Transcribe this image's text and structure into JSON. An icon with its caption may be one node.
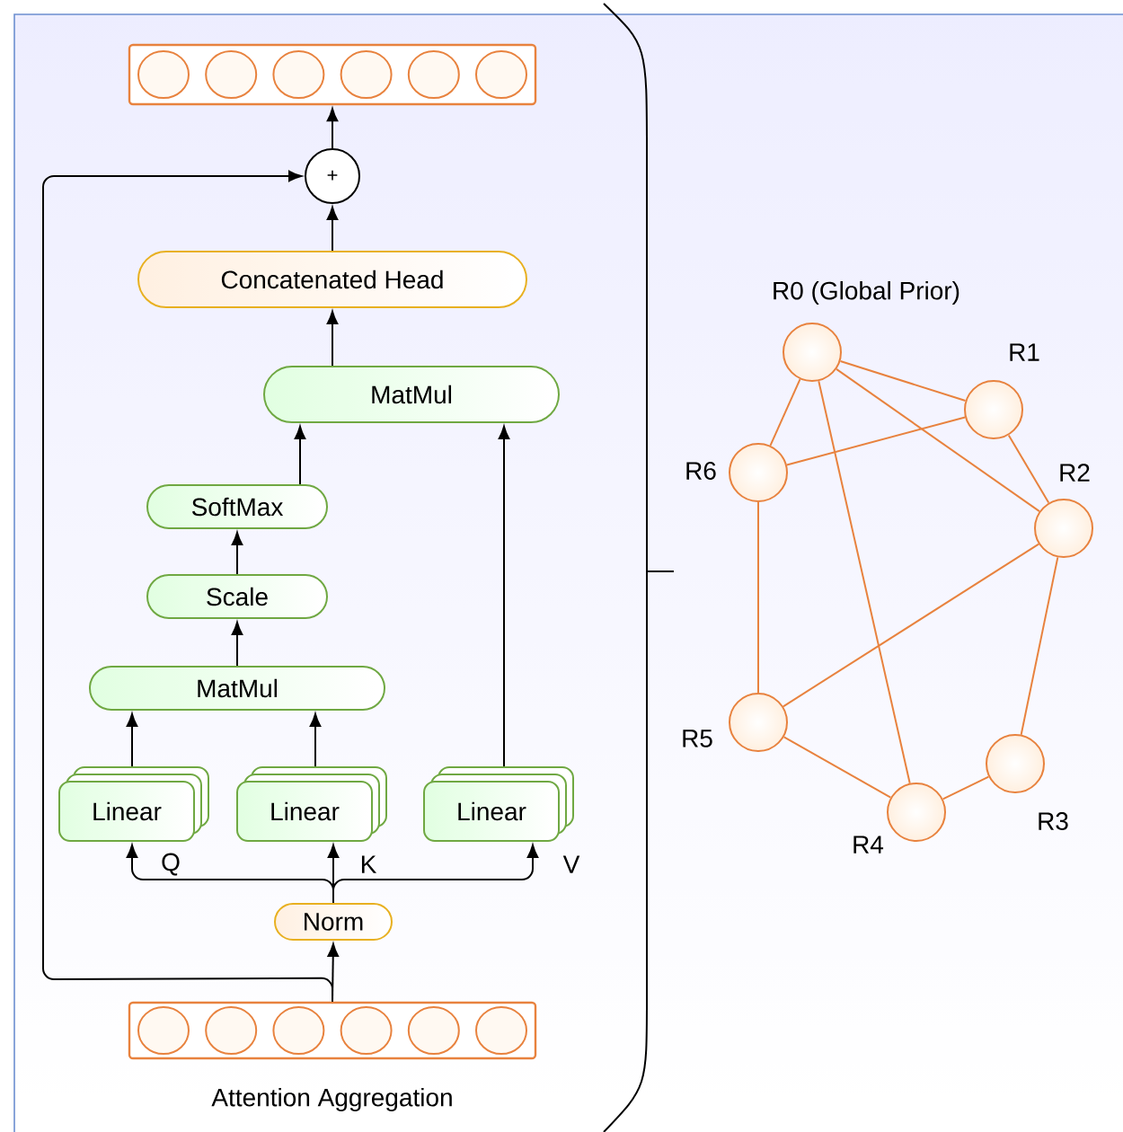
{
  "diagram": {
    "nodes": [
      {
        "text": [],
        "shape": "box"
      },
      {
        "text": [
          "+"
        ]
      },
      {
        "text": [
          "Concatenated Head"
        ]
      },
      {
        "text": [
          "MatMul"
        ]
      },
      {
        "text": [
          "SoftMax"
        ]
      },
      {
        "text": [
          "Scale"
        ]
      },
      {
        "text": [
          "MatMul"
        ]
      },
      {
        "text": [
          "Linear"
        ]
      },
      {
        "text": [
          "Linear"
        ]
      },
      {
        "text": [
          "Linear"
        ]
      },
      {
        "text": [
          "Norm"
        ]
      },
      {
        "text": [],
        "shape": "box"
      },
      {
        "text": [
          "R0 (Global Prior)"
        ]
      },
      {
        "text": [
          "R1"
        ]
      },
      {
        "text": [
          "R2"
        ]
      },
      {
        "text": [
          "R3"
        ]
      },
      {
        "text": [
          "R4"
        ]
      },
      {
        "text": [
          "R5"
        ]
      },
      {
        "text": [
          "R6"
        ]
      }
    ],
    "edges": [
      {
        "from": 11,
        "to": 10,
        "arrow": "to"
      },
      {
        "from": 10,
        "to": 7,
        "arrow": "to",
        "label": "Q"
      },
      {
        "from": 10,
        "to": 8,
        "arrow": "to",
        "label": "K"
      },
      {
        "from": 10,
        "to": 9,
        "arrow": "to",
        "label": "V"
      },
      {
        "from": 11,
        "to": 1,
        "arrow": "to"
      },
      {
        "from": 7,
        "to": 6,
        "arrow": "to"
      },
      {
        "from": 8,
        "to": 6,
        "arrow": "to"
      },
      {
        "from": 6,
        "to": 5,
        "arrow": "to"
      },
      {
        "from": 5,
        "to": 4,
        "arrow": "to"
      },
      {
        "from": 4,
        "to": 3,
        "arrow": "to"
      },
      {
        "from": 9,
        "to": 3,
        "arrow": "to"
      },
      {
        "from": 3,
        "to": 2,
        "arrow": "to"
      },
      {
        "from": 2,
        "to": 1,
        "arrow": "to"
      },
      {
        "from": 1,
        "to": 0,
        "arrow": "to"
      },
      {
        "from": 12,
        "to": 13,
        "arrow": "none",
        "color": "#e8823e"
      },
      {
        "from": 12,
        "to": 18,
        "arrow": "none",
        "color": "#e8823e"
      },
      {
        "from": 12,
        "to": 14,
        "arrow": "none",
        "color": "#e8823e"
      },
      {
        "from": 12,
        "to": 16,
        "arrow": "none",
        "color": "#e8823e"
      },
      {
        "from": 13,
        "to": 18,
        "arrow": "none",
        "color": "#e8823e"
      },
      {
        "from": 13,
        "to": 14,
        "arrow": "none",
        "color": "#e8823e"
      },
      {
        "from": 14,
        "to": 17,
        "arrow": "none",
        "color": "#e8823e"
      },
      {
        "from": 14,
        "to": 15,
        "arrow": "none",
        "color": "#e8823e"
      },
      {
        "from": 18,
        "to": 17,
        "arrow": "none",
        "color": "#e8823e"
      },
      {
        "from": 17,
        "to": 16,
        "arrow": "none",
        "color": "#e8823e"
      },
      {
        "from": 16,
        "to": 15,
        "arrow": "none",
        "color": "#e8823e"
      }
    ],
    "labels": [
      "Attention Aggregation"
    ]
  }
}
